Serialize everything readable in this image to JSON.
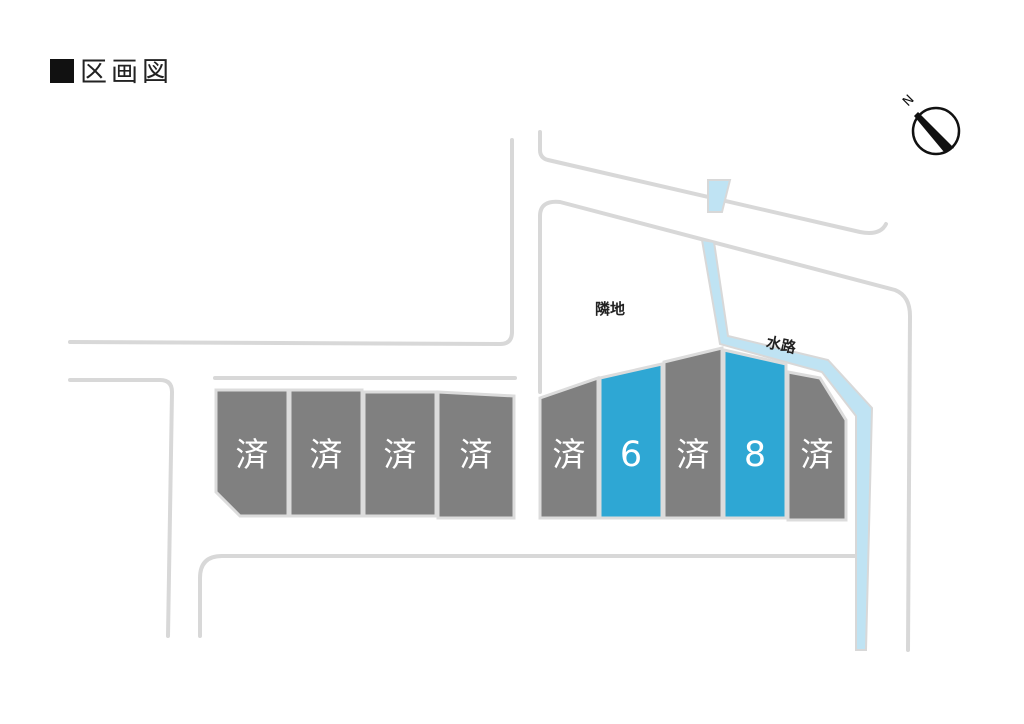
{
  "header": {
    "title": "区画図"
  },
  "compass": {
    "label": "N"
  },
  "labels": {
    "neighbor": "隣地",
    "waterway": "水路"
  },
  "lots": [
    {
      "id": "lot-1",
      "label": "済",
      "status": "sold"
    },
    {
      "id": "lot-2",
      "label": "済",
      "status": "sold"
    },
    {
      "id": "lot-3",
      "label": "済",
      "status": "sold"
    },
    {
      "id": "lot-4",
      "label": "済",
      "status": "sold"
    },
    {
      "id": "lot-5",
      "label": "済",
      "status": "sold"
    },
    {
      "id": "lot-6",
      "label": "6",
      "status": "available"
    },
    {
      "id": "lot-7",
      "label": "済",
      "status": "sold"
    },
    {
      "id": "lot-8",
      "label": "8",
      "status": "available"
    },
    {
      "id": "lot-9",
      "label": "済",
      "status": "sold"
    }
  ],
  "colors": {
    "sold": "#808080",
    "available": "#2ea7d4",
    "road": "#d8d8d8",
    "water": "#bfe3f3"
  }
}
